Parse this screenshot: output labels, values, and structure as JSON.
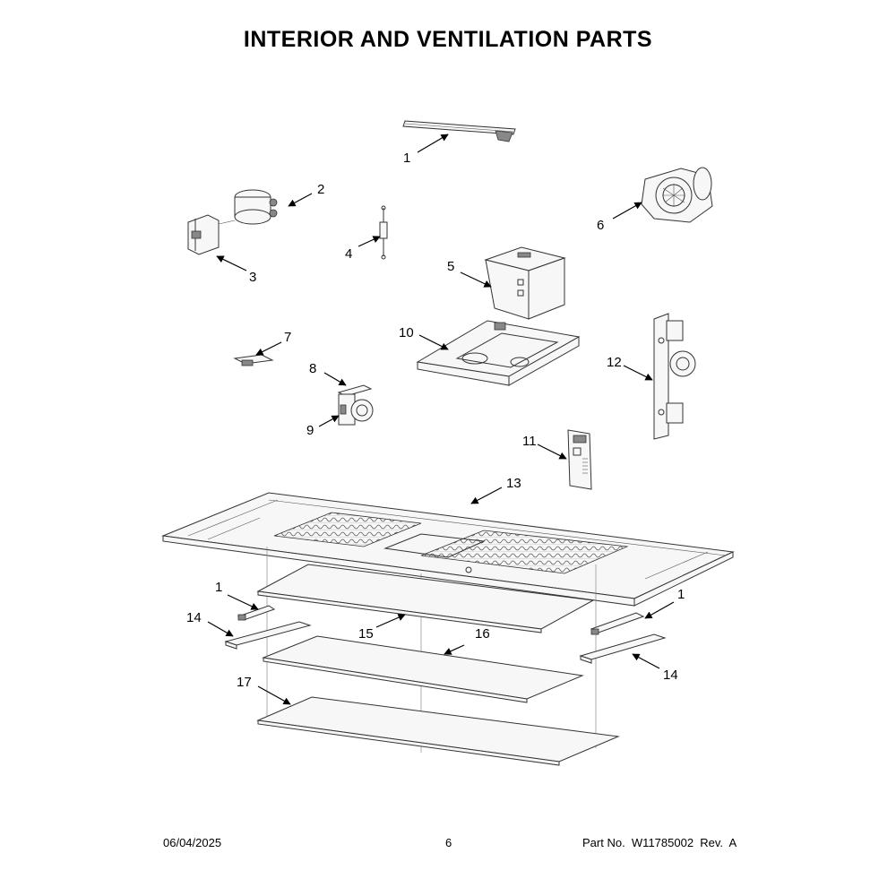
{
  "title": "INTERIOR AND VENTILATION PARTS",
  "footer": {
    "date": "06/04/2025",
    "page": "6",
    "part_no": "Part No.  W11785002  Rev.  A"
  },
  "callouts": {
    "c1_top": "1",
    "c2": "2",
    "c3": "3",
    "c4": "4",
    "c5": "5",
    "c6": "6",
    "c7": "7",
    "c8": "8",
    "c9": "9",
    "c10": "10",
    "c11": "11",
    "c12": "12",
    "c13": "13",
    "c1_left": "1",
    "c14_left": "14",
    "c15": "15",
    "c16": "16",
    "c1_right": "1",
    "c14_right": "14",
    "c17": "17"
  }
}
